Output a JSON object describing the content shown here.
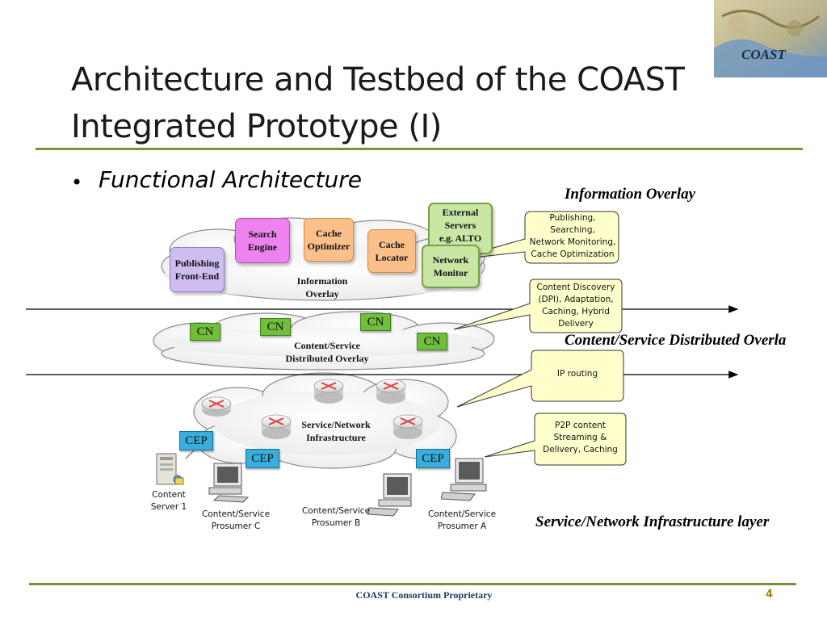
{
  "slide": {
    "title": "Architecture and Testbed of the COAST Integrated Prototype (I)",
    "bullet": "Functional Architecture",
    "logo_text": "COAST",
    "footer": "COAST Consortium Proprietary",
    "page_number": "4"
  },
  "layer_labels": {
    "information_overlay": "Information Overlay",
    "content_service_overlay": "Content/Service Distributed Overla",
    "service_network_layer": "Service/Network Infrastructure layer"
  },
  "information_overlay": {
    "cloud_label": [
      "Information",
      "Overlay"
    ],
    "boxes": {
      "publishing_frontend": [
        "Publishing",
        "Front-End"
      ],
      "search_engine": [
        "Search",
        "Engine"
      ],
      "cache_optimizer": [
        "Cache",
        "Optimizer"
      ],
      "cache_locator": [
        "Cache",
        "Locator"
      ],
      "external_servers": [
        "External",
        "Servers",
        "e.g. ALTO"
      ],
      "network_monitor": [
        "Network",
        "Monitor"
      ]
    }
  },
  "content_overlay": {
    "cloud_label": [
      "Content/Service",
      "Distributed Overlay"
    ],
    "node_label": "CN"
  },
  "infrastructure": {
    "cloud_label": [
      "Service/Network",
      "Infrastructure"
    ],
    "edge_label": "CEP"
  },
  "callouts": {
    "info": [
      "Publishing,",
      "Searching,",
      "Network Monitoring,",
      "Cache Optimization"
    ],
    "content": [
      "Content Discovery",
      "(DPI), Adaptation,",
      "Caching, Hybrid",
      "Delivery"
    ],
    "ip": [
      "IP routing"
    ],
    "p2p": [
      "P2P content",
      "Streaming &",
      "Delivery, Caching"
    ]
  },
  "devices": {
    "server": [
      "Content",
      "Server 1"
    ],
    "prosumer_c": [
      "Content/Service",
      "Prosumer C"
    ],
    "prosumer_b": [
      "Content/Service",
      "Prosumer B"
    ],
    "prosumer_a": [
      "Content/Service",
      "Prosumer A"
    ]
  },
  "colors": {
    "rule_green": "#76923c",
    "cn_green": "#6fbf3a",
    "cep_blue": "#37aedb",
    "callout_yellow": "#ffffcc"
  }
}
